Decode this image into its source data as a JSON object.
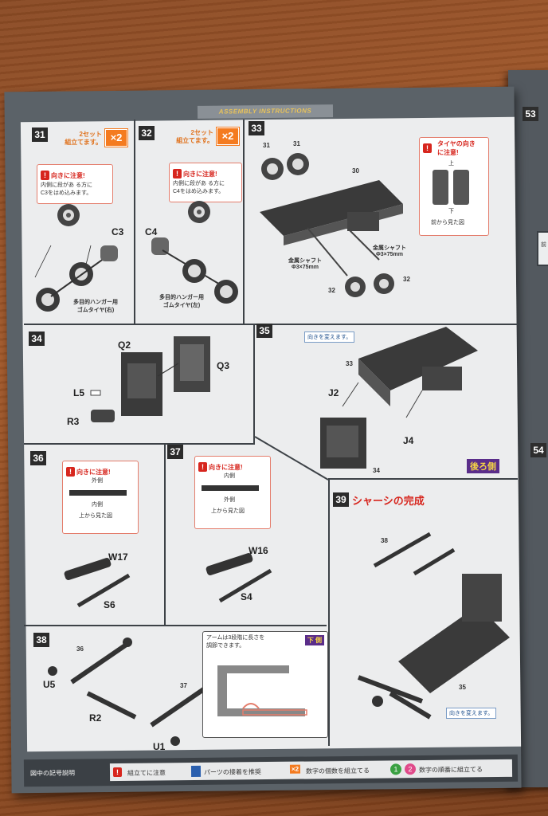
{
  "header": {
    "title": "ASSEMBLY INSTRUCTIONS"
  },
  "steps": {
    "s31": {
      "num": "31",
      "set_note": "2セット\n組立てます。",
      "mult": "×2",
      "caution": "向きに注意!",
      "caution_text": "内側に段があ る方に\nC3をはめ込みます。",
      "part": "C3",
      "tire_label": "多目的ハンガー用\nゴムタイヤ(右)"
    },
    "s32": {
      "num": "32",
      "set_note": "2セット\n組立てます。",
      "mult": "×2",
      "caution": "向きに注意!",
      "caution_text": "内側に段があ る方に\nC4をはめ込みます。",
      "part": "C4",
      "tire_label": "多目的ハンガー用\nゴムタイヤ(左)"
    },
    "s33": {
      "num": "33",
      "ref1": "31",
      "ref2": "31",
      "ref3": "32",
      "ref4": "32",
      "part": "30",
      "shaft1": "金属シャフト\nΦ3×75mm",
      "shaft2": "金属シャフト\nΦ3×75mm",
      "caution": "タイヤの向き\nに注意!",
      "up": "上",
      "down": "下",
      "view": "前から見た図"
    },
    "s34": {
      "num": "34",
      "q2": "Q2",
      "q3": "Q3",
      "l5": "L5",
      "r3": "R3"
    },
    "s35": {
      "num": "35",
      "rotate": "向きを変えます。",
      "ref33": "33",
      "j2": "J2",
      "j4": "J4",
      "ref34": "34",
      "back": "後ろ側"
    },
    "s36": {
      "num": "36",
      "caution": "向きに注意!",
      "outer": "外側",
      "inner": "内側",
      "view": "上から見た図",
      "w": "W17",
      "s": "S6"
    },
    "s37": {
      "num": "37",
      "caution": "向きに注意!",
      "inner": "内側",
      "outer": "外側",
      "view": "上から見た図",
      "w": "W16",
      "s": "S4"
    },
    "s38": {
      "num": "38",
      "ref36": "36",
      "ref37": "37",
      "u5": "U5",
      "r2": "R2",
      "u1": "U1",
      "arm_note": "アームは3段階に長さを\n調節できます。",
      "bottom": "下 側"
    },
    "s39": {
      "num": "39",
      "title": "シャーシの完成",
      "ref38": "38",
      "ref35": "35",
      "rotate": "向きを変えます。"
    }
  },
  "right_page": {
    "num1": "53",
    "num2": "54",
    "snippet": "前"
  },
  "footer": {
    "legend_title": "図中の記号説明",
    "item1": "組立てに注意",
    "item2": "パーツの接着を推奨",
    "item3_icon": "×2",
    "item3": "数字の個数を組立てる",
    "item4_a": "1",
    "item4_b": "2",
    "item4": "数字の順番に組立てる"
  }
}
